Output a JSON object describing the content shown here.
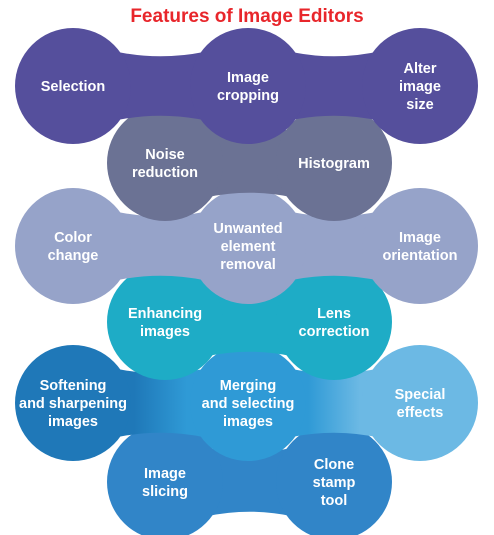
{
  "title": "Features of Image Editors",
  "rows": [
    {
      "color": "#554f9c",
      "items": [
        {
          "label": [
            "Selection"
          ]
        },
        {
          "label": [
            "Image",
            "cropping"
          ]
        },
        {
          "label": [
            "Alter",
            "image",
            "size"
          ]
        }
      ]
    },
    {
      "color": "#6b7294",
      "items": [
        {
          "label": [
            "Noise",
            "reduction"
          ]
        },
        {
          "label": [
            "Histogram"
          ]
        }
      ]
    },
    {
      "color": "#96a3c9",
      "items": [
        {
          "label": [
            "Color",
            "change"
          ]
        },
        {
          "label": [
            "Unwanted",
            "element",
            "removal"
          ]
        },
        {
          "label": [
            "Image",
            "orientation"
          ]
        }
      ]
    },
    {
      "color": "#1eacc6",
      "items": [
        {
          "label": [
            "Enhancing",
            "images"
          ]
        },
        {
          "label": [
            "Lens",
            "correction"
          ]
        }
      ]
    },
    {
      "color": "#2f9ad6",
      "items": [
        {
          "label": [
            "Softening",
            "and sharpening",
            "images"
          ],
          "color": "#1f78b8"
        },
        {
          "label": [
            "Merging",
            "and selecting",
            "images"
          ],
          "color": "#2f9ad6"
        },
        {
          "label": [
            "Special",
            "effects"
          ],
          "color": "#6cb9e4"
        }
      ]
    },
    {
      "color": "#3185c8",
      "items": [
        {
          "label": [
            "Image",
            "slicing"
          ]
        },
        {
          "label": [
            "Clone",
            "stamp",
            "tool"
          ]
        }
      ]
    }
  ]
}
